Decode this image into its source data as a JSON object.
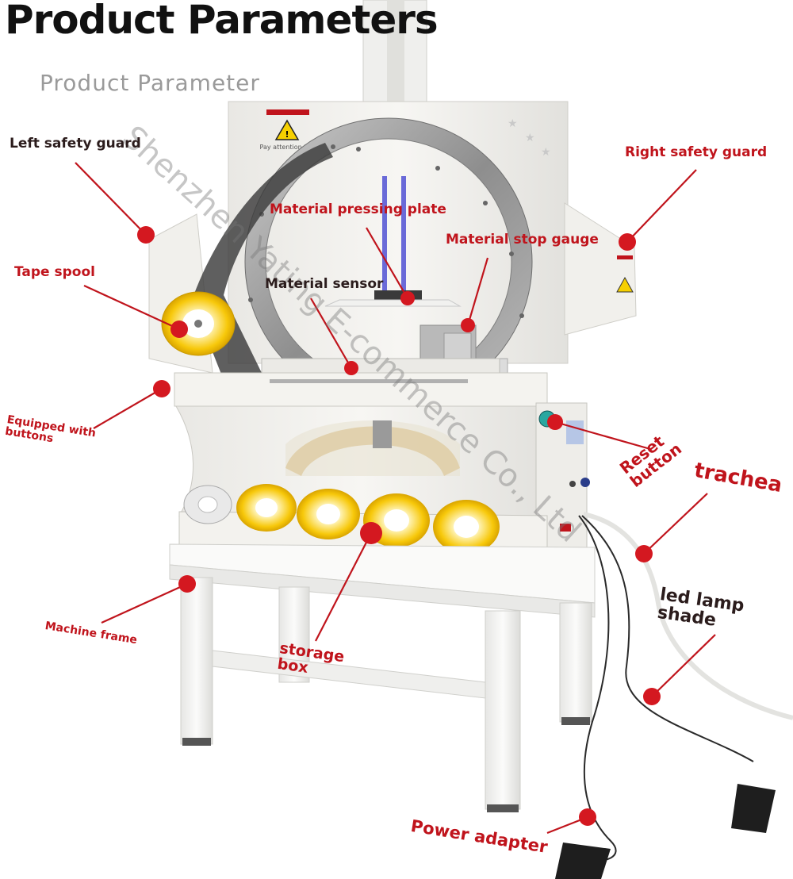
{
  "header": {
    "title": "Product Parameters",
    "subtitle": "Product Parameter"
  },
  "watermark": "Shenzhen Yating E-commerce Co., Ltd",
  "machine": {
    "warning_sign": "Pay attention to safety"
  },
  "colors": {
    "callout": "#c0141c",
    "callout_dot": "#d41820",
    "machine_body": "#f2f1ee",
    "ring": "#a9a9a9",
    "tape": "#f5c400"
  },
  "callouts": [
    {
      "id": "left-safety-guard",
      "text": "Left safety guard"
    },
    {
      "id": "right-safety-guard",
      "text": "Right safety guard"
    },
    {
      "id": "material-pressing-plate",
      "text": "Material pressing plate"
    },
    {
      "id": "material-stop-gauge",
      "text": "Material stop gauge"
    },
    {
      "id": "tape-spool",
      "text": "Tape spool"
    },
    {
      "id": "material-sensor",
      "text": "Material sensor"
    },
    {
      "id": "equipped-with-buttons",
      "lines": [
        "Equipped with",
        "buttons"
      ]
    },
    {
      "id": "reset-button",
      "lines": [
        "Reset",
        "button"
      ]
    },
    {
      "id": "trachea",
      "text": "trachea"
    },
    {
      "id": "led-lamp-shade",
      "lines": [
        "led lamp",
        "shade"
      ]
    },
    {
      "id": "machine-frame",
      "text": "Machine frame"
    },
    {
      "id": "storage-box",
      "lines": [
        "storage",
        "box"
      ]
    },
    {
      "id": "power-adapter",
      "text": "Power adapter"
    }
  ]
}
